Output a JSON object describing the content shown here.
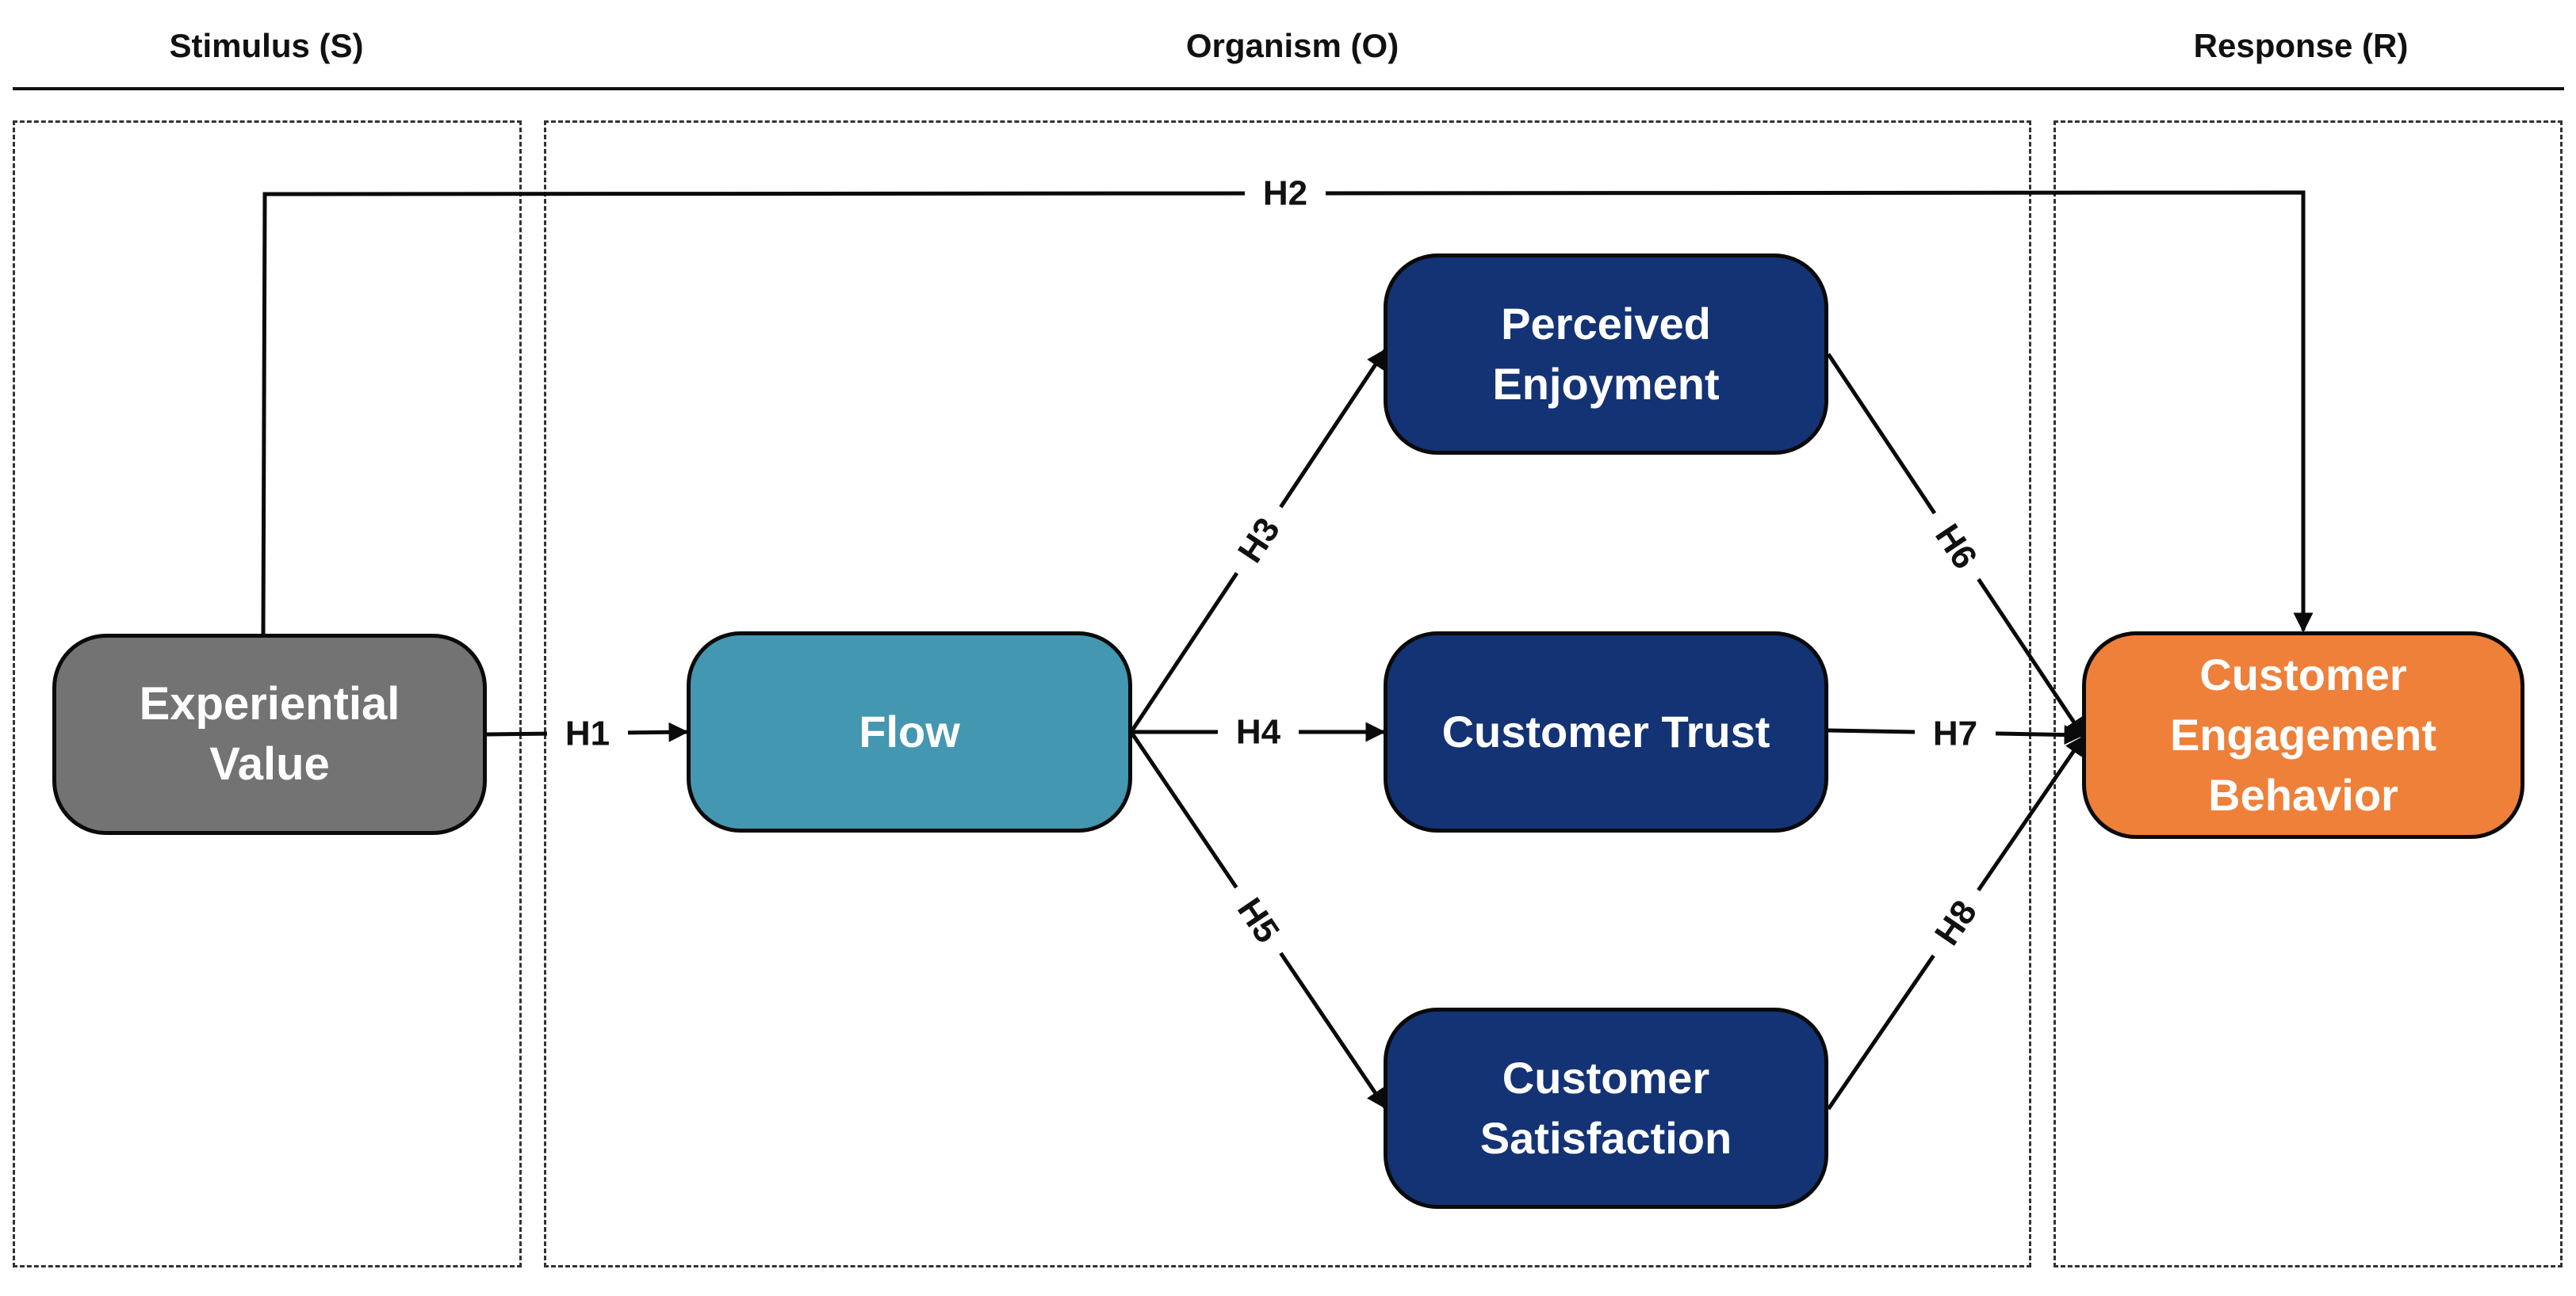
{
  "headers": {
    "stimulus": "Stimulus (S)",
    "organism": "Organism (O)",
    "response": "Response (R)"
  },
  "nodes": {
    "experiential_value": {
      "label": "Experiential Value",
      "color": "#737373"
    },
    "flow": {
      "label": "Flow",
      "color": "#4497b0"
    },
    "perceived_enjoyment": {
      "label": "Perceived Enjoyment",
      "color": "#143375"
    },
    "customer_trust": {
      "label": "Customer Trust",
      "color": "#143375"
    },
    "customer_satisfaction": {
      "label": "Customer Satisfaction",
      "color": "#143375"
    },
    "customer_engagement_behavior": {
      "label": "Customer Engagement Behavior",
      "color": "#ee803a"
    }
  },
  "hypotheses": {
    "h1": "H1",
    "h2": "H2",
    "h3": "H3",
    "h4": "H4",
    "h5": "H5",
    "h6": "H6",
    "h7": "H7",
    "h8": "H8"
  }
}
